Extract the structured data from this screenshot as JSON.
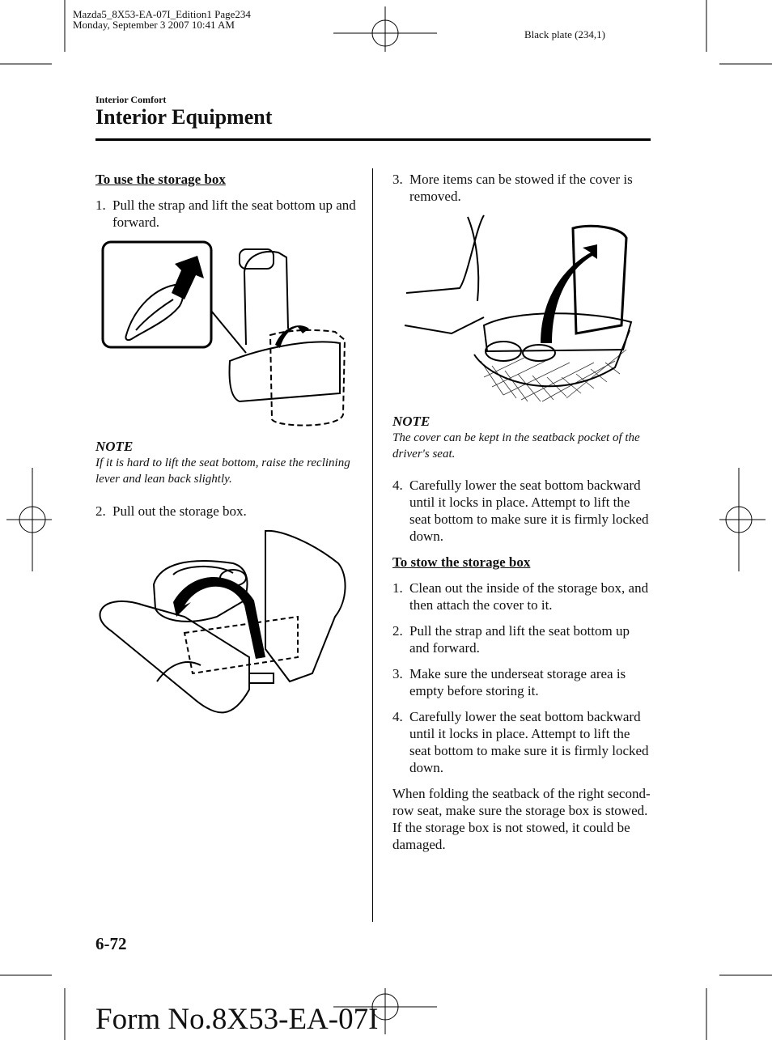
{
  "header": {
    "file_line": "Mazda5_8X53-EA-07I_Edition1 Page234",
    "date_line": "Monday, September 3 2007 10:41 AM",
    "plate": "Black plate (234,1)"
  },
  "section": "Interior Comfort",
  "title": "Interior Equipment",
  "left_column": {
    "use_heading": "To use the storage box",
    "step1_num": "1.",
    "step1": "Pull the strap and lift the seat bottom up and forward.",
    "note_heading": "NOTE",
    "note_text": "If it is hard to lift the seat bottom, raise the reclining lever and lean back slightly.",
    "step2_num": "2.",
    "step2": "Pull out the storage box."
  },
  "right_column": {
    "step3_num": "3.",
    "step3": "More items can be stowed if the cover is removed.",
    "note_heading": "NOTE",
    "note_text": "The cover can be kept in the seatback pocket of the driver's seat.",
    "step4_num": "4.",
    "step4": "Carefully lower the seat bottom backward until it locks in place. Attempt to lift the seat bottom to make sure it is firmly locked down.",
    "stow_heading": "To stow the storage box",
    "stow_steps": [
      {
        "num": "1.",
        "text": "Clean out the inside of the storage box, and then attach the cover to it."
      },
      {
        "num": "2.",
        "text": "Pull the strap and lift the seat bottom up and forward."
      },
      {
        "num": "3.",
        "text": "Make sure the underseat storage area is empty before storing it."
      },
      {
        "num": "4.",
        "text": "Carefully lower the seat bottom backward until it locks in place. Attempt to lift the seat bottom to make sure it is firmly locked down."
      }
    ],
    "closing": "When folding the seatback of the right second-row seat, make sure the storage box is stowed. If the storage box is not stowed, it could be damaged."
  },
  "page_number": "6-72",
  "footer": "Form No.8X53-EA-07I"
}
